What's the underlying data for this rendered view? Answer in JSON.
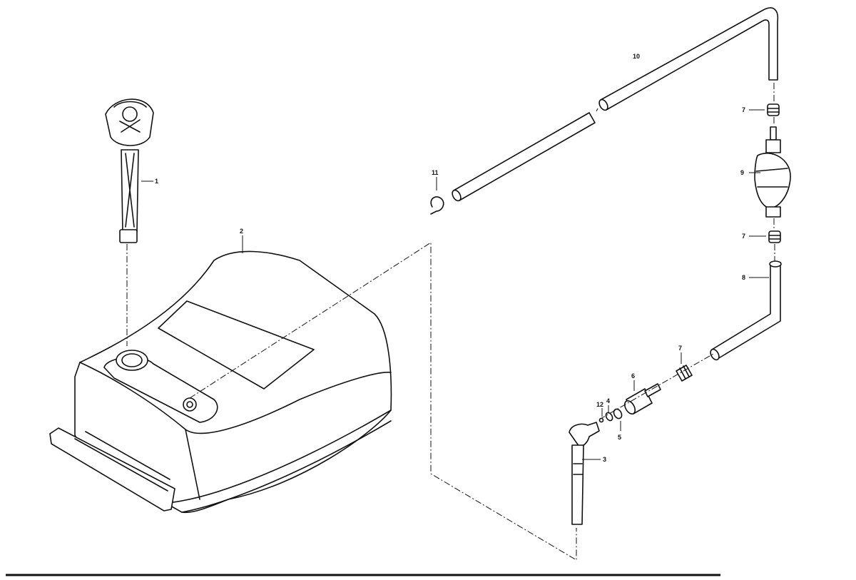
{
  "callouts": {
    "p1": "1",
    "p2": "2",
    "p3": "3",
    "p4": "4",
    "p5": "5",
    "p6": "6",
    "p7a": "7",
    "p7b": "7",
    "p7c": "7",
    "p8": "8",
    "p9": "9",
    "p10": "10",
    "p11": "11",
    "p12": "12"
  },
  "colors": {
    "ink": "#111111",
    "paper": "#ffffff"
  }
}
